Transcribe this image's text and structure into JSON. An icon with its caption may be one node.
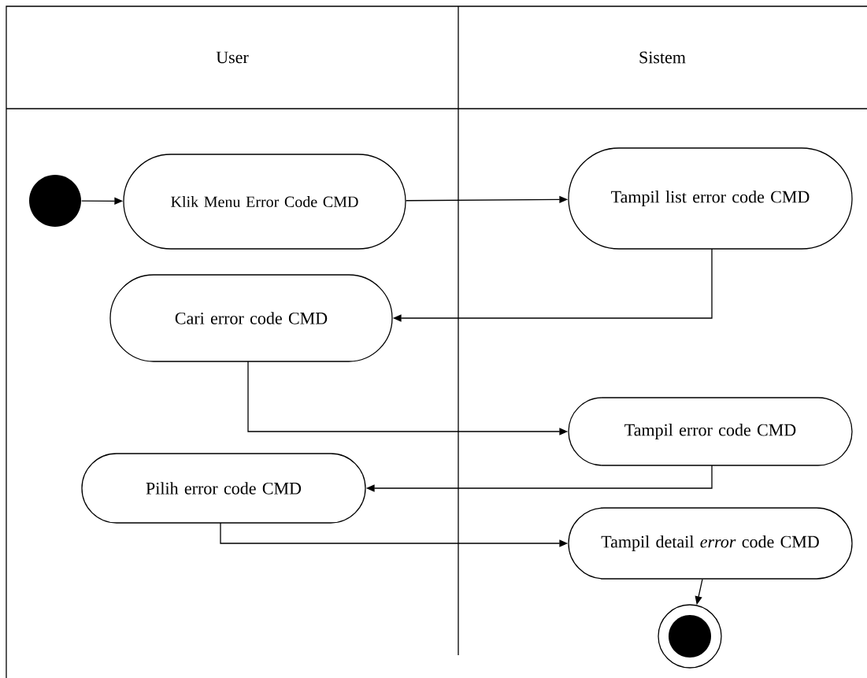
{
  "diagram": {
    "nodes": [
      {
        "text": [],
        "shape": "circle"
      },
      {
        "text": [
          "Klik Menu Error Code CMD"
        ]
      },
      {
        "text": [
          "Tampil list error code CMD"
        ]
      },
      {
        "text": [
          "Cari error code CMD"
        ]
      },
      {
        "text": [
          "Tampil error code CMD"
        ]
      },
      {
        "text": [
          "Pilih error code CMD"
        ]
      },
      {
        "text": [
          "Tampil detail *error* code CMD"
        ]
      },
      {
        "text": [],
        "shape": "circle"
      }
    ],
    "edges": [
      {
        "from": 0,
        "to": 1,
        "arrow": "to"
      },
      {
        "from": 1,
        "to": 2,
        "arrow": "to"
      },
      {
        "from": 2,
        "to": 3,
        "arrow": "to"
      },
      {
        "from": 3,
        "to": 4,
        "arrow": "to"
      },
      {
        "from": 4,
        "to": 5,
        "arrow": "to"
      },
      {
        "from": 5,
        "to": 6,
        "arrow": "to"
      },
      {
        "from": 6,
        "to": 7,
        "arrow": "to"
      }
    ],
    "labels": [
      "User",
      "Sistem"
    ]
  }
}
